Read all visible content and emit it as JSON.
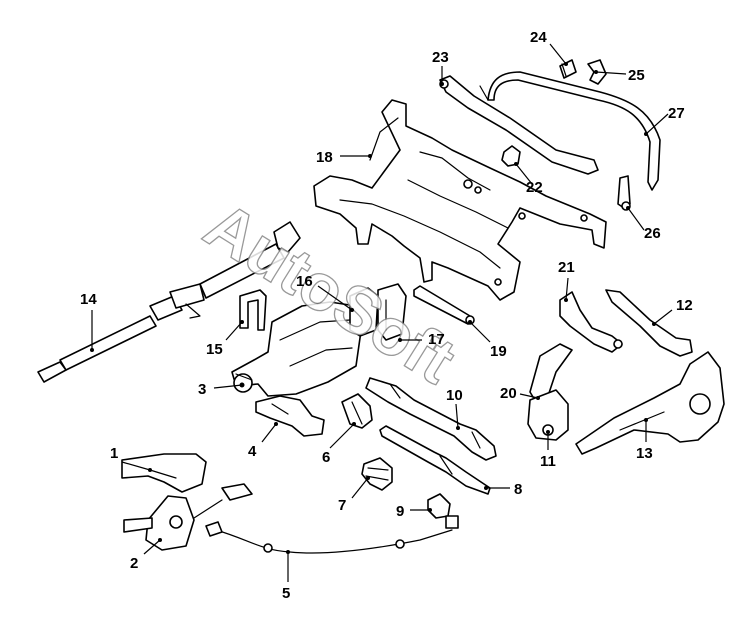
{
  "diagram": {
    "watermark": "AutoSoft",
    "callouts": [
      {
        "id": "1",
        "label": "1"
      },
      {
        "id": "2",
        "label": "2"
      },
      {
        "id": "3",
        "label": "3"
      },
      {
        "id": "4",
        "label": "4"
      },
      {
        "id": "5",
        "label": "5"
      },
      {
        "id": "6",
        "label": "6"
      },
      {
        "id": "7",
        "label": "7"
      },
      {
        "id": "8",
        "label": "8"
      },
      {
        "id": "9",
        "label": "9"
      },
      {
        "id": "10",
        "label": "10"
      },
      {
        "id": "11",
        "label": "11"
      },
      {
        "id": "12",
        "label": "12"
      },
      {
        "id": "13",
        "label": "13"
      },
      {
        "id": "14",
        "label": "14"
      },
      {
        "id": "15",
        "label": "15"
      },
      {
        "id": "16",
        "label": "16"
      },
      {
        "id": "17",
        "label": "17"
      },
      {
        "id": "18",
        "label": "18"
      },
      {
        "id": "19",
        "label": "19"
      },
      {
        "id": "20",
        "label": "20"
      },
      {
        "id": "21",
        "label": "21"
      },
      {
        "id": "22",
        "label": "22"
      },
      {
        "id": "23",
        "label": "23"
      },
      {
        "id": "24",
        "label": "24"
      },
      {
        "id": "25",
        "label": "25"
      },
      {
        "id": "26",
        "label": "26"
      },
      {
        "id": "27",
        "label": "27"
      }
    ]
  }
}
